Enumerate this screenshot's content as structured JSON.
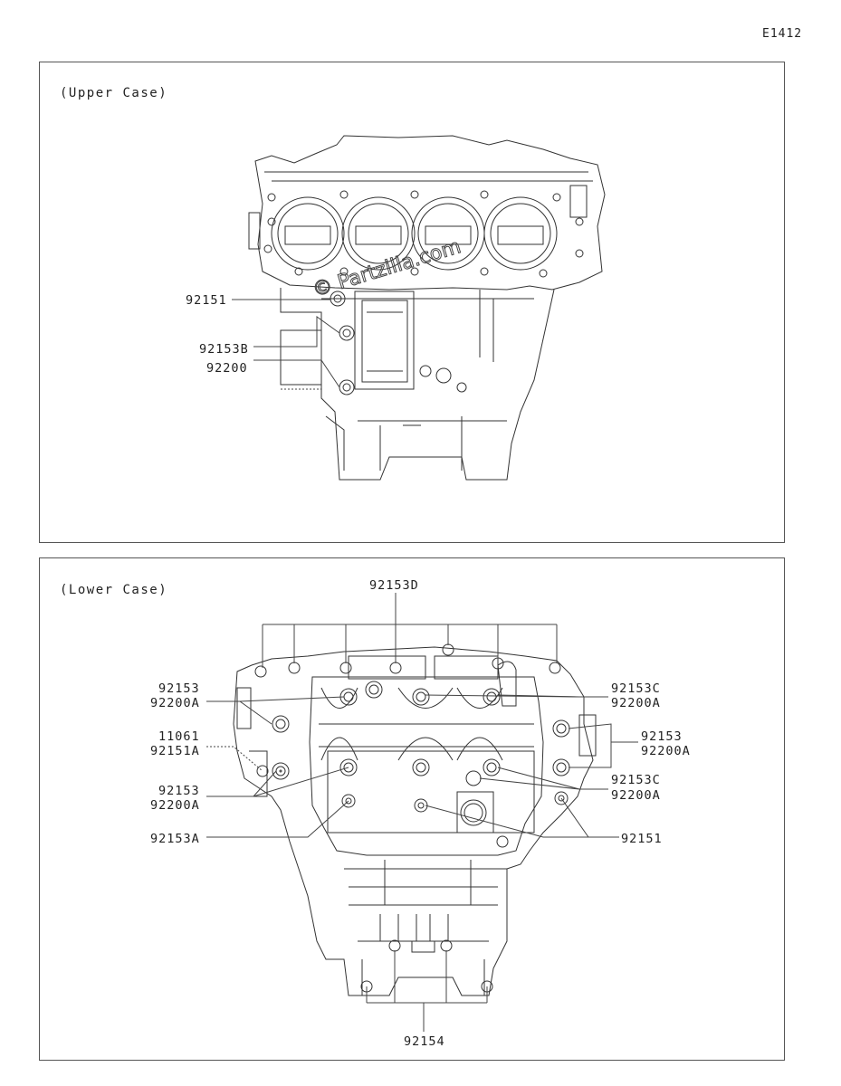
{
  "page": {
    "code": "E1412"
  },
  "upper": {
    "title": "(Upper Case)",
    "labels": {
      "a": "92151",
      "b": "92153B",
      "c": "92200"
    },
    "watermark": "© Partzilla.com"
  },
  "lower": {
    "title": "(Lower Case)",
    "labels": {
      "top": "92153D",
      "l1a": "92153",
      "l1b": "92200A",
      "l2a": "11061",
      "l2b": "92151A",
      "l3a": "92153",
      "l3b": "92200A",
      "l4": "92153A",
      "r1a": "92153C",
      "r1b": "92200A",
      "r2a": "92153",
      "r2b": "92200A",
      "r3a": "92153C",
      "r3b": "92200A",
      "r4": "92151",
      "bottom": "92154"
    }
  }
}
